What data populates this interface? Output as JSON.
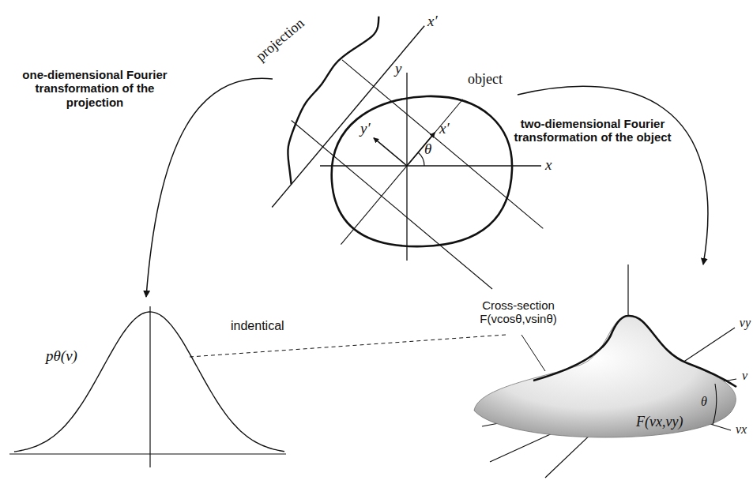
{
  "diagram": {
    "labels": [
      "projection",
      "x′",
      "y",
      "object",
      "y′",
      "x′",
      "θ",
      "x",
      "one-diemensional Fourier transformation of the projection",
      "two-diemensional Fourier transformation of the object",
      "indentical",
      "pθ(v)",
      "Cross-section F(vcosθ,vsinθ)",
      "vy",
      "v",
      "θ",
      "vx",
      "F(vx,vy)"
    ]
  }
}
